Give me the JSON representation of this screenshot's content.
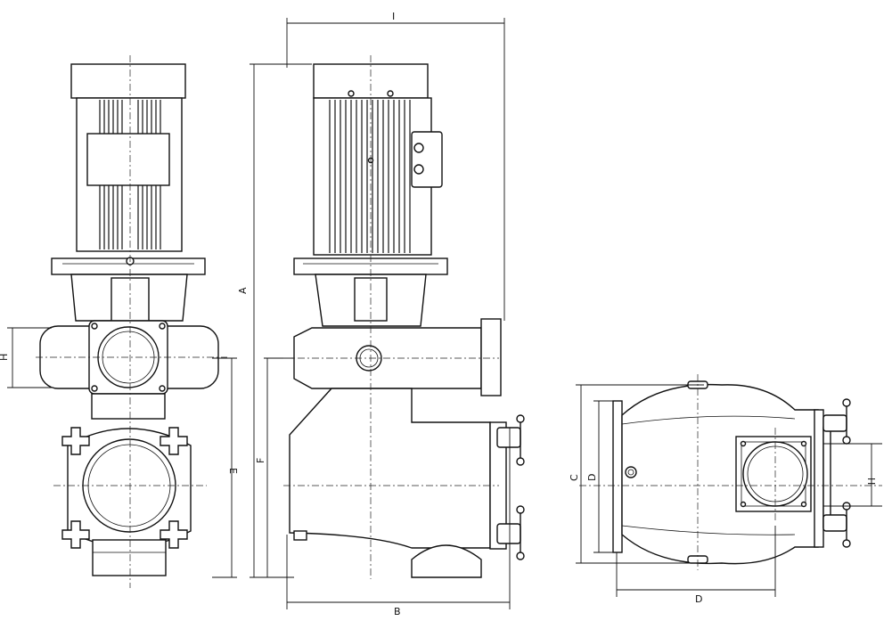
{
  "labels": {
    "A": "A",
    "B": "B",
    "C": "C",
    "D_width": "D",
    "D_height": "D",
    "E": "E",
    "F": "F",
    "H_left": "H",
    "H_right": "H",
    "I": "I"
  }
}
